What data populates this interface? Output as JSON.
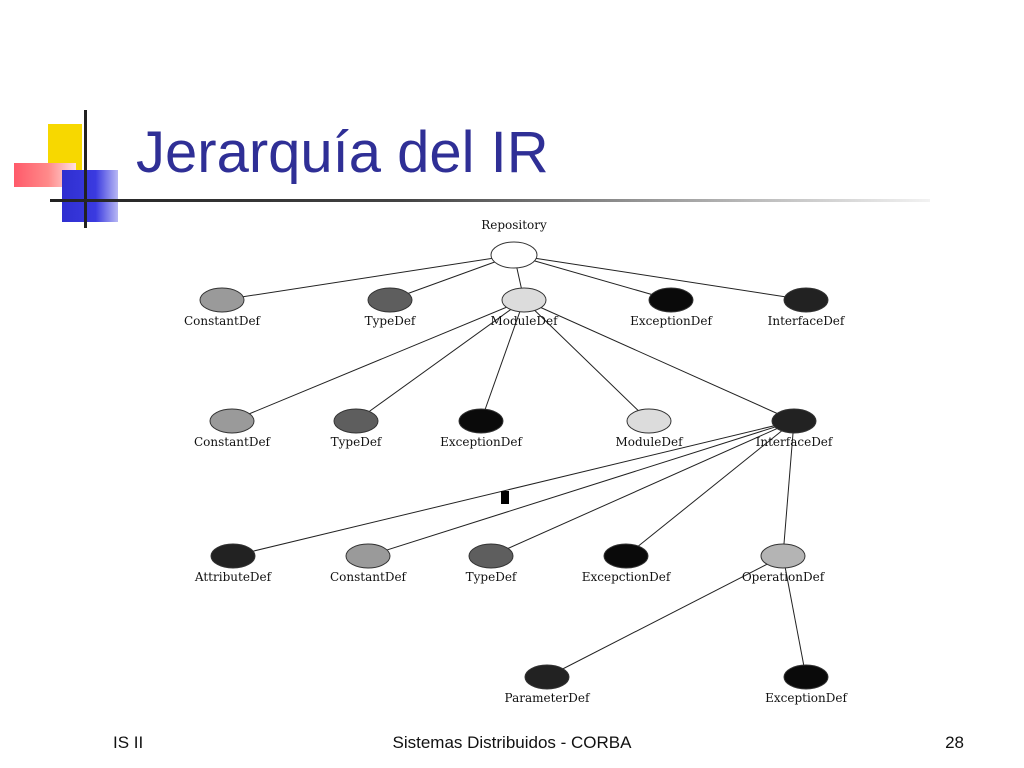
{
  "slide": {
    "title": "Jerarquía del IR",
    "footer_left": "IS II",
    "footer_center": "Sistemas Distribuidos - CORBA",
    "footer_right": "28"
  },
  "colors": {
    "title": "#2f2f96",
    "white": "#ffffff",
    "light": "#dcdcdc",
    "lightmid": "#b4b4b4",
    "mid": "#9a9a9a",
    "dark": "#5e5e5e",
    "vdark": "#222222",
    "black": "#0a0a0a"
  },
  "diagram": {
    "nodes": [
      {
        "id": "repo",
        "label": "Repository",
        "shade": "white",
        "parent": null
      },
      {
        "id": "constantdef_1",
        "label": "ConstantDef",
        "shade": "mid",
        "parent": "repo"
      },
      {
        "id": "typedef_1",
        "label": "TypeDef",
        "shade": "dark",
        "parent": "repo"
      },
      {
        "id": "moduledef_1",
        "label": "ModuleDef",
        "shade": "light",
        "parent": "repo"
      },
      {
        "id": "exceptiondef_1",
        "label": "ExceptionDef",
        "shade": "black",
        "parent": "repo"
      },
      {
        "id": "interfacedef_1",
        "label": "InterfaceDef",
        "shade": "vdark",
        "parent": "repo"
      },
      {
        "id": "constantdef_2",
        "label": "ConstantDef",
        "shade": "mid",
        "parent": "moduledef_1"
      },
      {
        "id": "typedef_2",
        "label": "TypeDef",
        "shade": "dark",
        "parent": "moduledef_1"
      },
      {
        "id": "exceptiondef_2",
        "label": "ExceptionDef",
        "shade": "black",
        "parent": "moduledef_1"
      },
      {
        "id": "moduledef_2",
        "label": "ModuleDef",
        "shade": "light",
        "parent": "moduledef_1"
      },
      {
        "id": "interfacedef_2",
        "label": "InterfaceDef",
        "shade": "vdark",
        "parent": "moduledef_1"
      },
      {
        "id": "attributedef",
        "label": "AttributeDef",
        "shade": "vdark",
        "parent": "interfacedef_2"
      },
      {
        "id": "constantdef_3",
        "label": "ConstantDef",
        "shade": "mid",
        "parent": "interfacedef_2"
      },
      {
        "id": "typedef_3",
        "label": "TypeDef",
        "shade": "dark",
        "parent": "interfacedef_2"
      },
      {
        "id": "excepctiondef",
        "label": "ExcepctionDef",
        "shade": "black",
        "parent": "interfacedef_2"
      },
      {
        "id": "operationdef",
        "label": "OperationDef",
        "shade": "lightmid",
        "parent": "interfacedef_2"
      },
      {
        "id": "parameterdef",
        "label": "ParameterDef",
        "shade": "vdark",
        "parent": "operationdef"
      },
      {
        "id": "exceptiondef_3",
        "label": "ExceptionDef",
        "shade": "black",
        "parent": "operationdef"
      }
    ]
  }
}
